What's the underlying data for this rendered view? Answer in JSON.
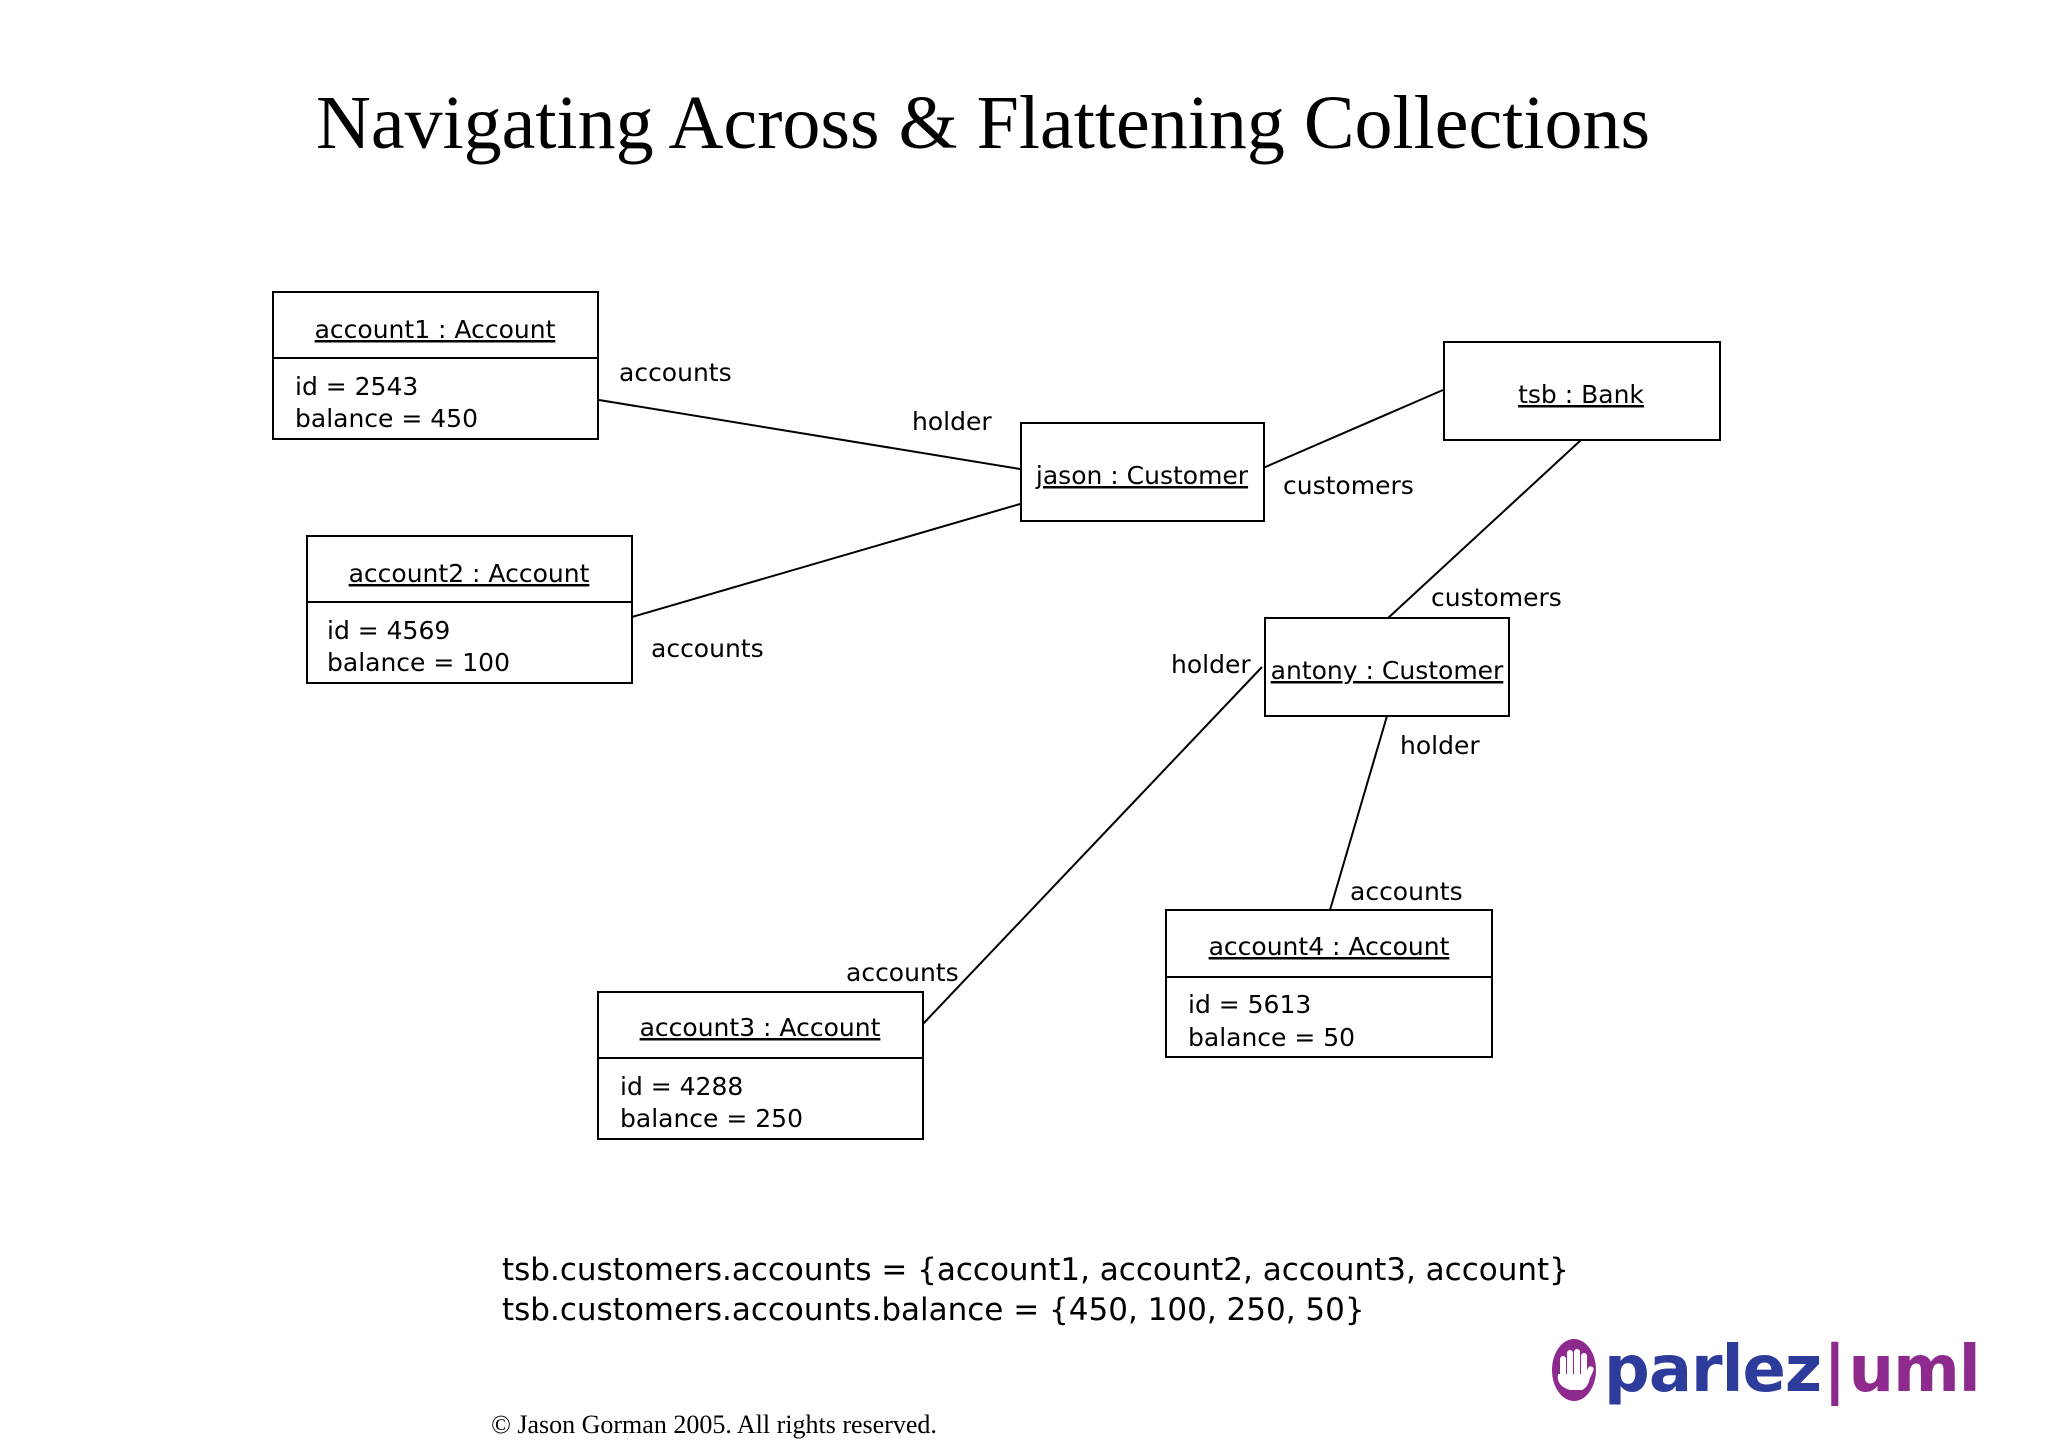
{
  "title": "Navigating Across & Flattening Collections",
  "objects": {
    "account1": {
      "name": "account1 : Account",
      "attrs": [
        "id = 2543",
        "balance = 450"
      ]
    },
    "account2": {
      "name": "account2 : Account",
      "attrs": [
        "id = 4569",
        "balance = 100"
      ]
    },
    "account3": {
      "name": "account3 : Account",
      "attrs": [
        "id = 4288",
        "balance = 250"
      ]
    },
    "account4": {
      "name": "account4 : Account",
      "attrs": [
        "id = 5613",
        "balance = 50"
      ]
    },
    "jason": {
      "name": "jason : Customer"
    },
    "antony": {
      "name": "antony : Customer"
    },
    "tsb": {
      "name": "tsb : Bank"
    }
  },
  "roles": {
    "account1_accounts": "accounts",
    "jason_holder": "holder",
    "jason_customers": "customers",
    "account2_accounts": "accounts",
    "antony_customers": "customers",
    "antony_holder_left": "holder",
    "antony_holder_bottom": "holder",
    "account4_accounts": "accounts",
    "account3_accounts": "accounts"
  },
  "expressions": [
    "tsb.customers.accounts = {account1, account2, account3, account}",
    "tsb.customers.accounts.balance = {450, 100, 250, 50}"
  ],
  "logo": {
    "part1": "parlez",
    "separator": "|",
    "part2": "uml",
    "icon": "hand-icon"
  },
  "copyright": "© Jason Gorman 2005. All rights reserved.",
  "colors": {
    "logo_blue": "#2d3b9a",
    "logo_purple": "#8e2a8e",
    "line": "#000000"
  }
}
